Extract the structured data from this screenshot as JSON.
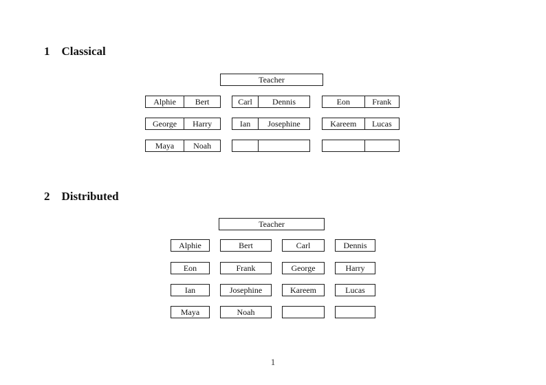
{
  "sections": [
    {
      "number": "1",
      "title": "Classical"
    },
    {
      "number": "2",
      "title": "Distributed"
    }
  ],
  "classical": {
    "teacher_label": "Teacher",
    "desks": [
      [
        {
          "left": "Alphie",
          "right": "Bert"
        },
        {
          "left": "Carl",
          "right": "Dennis"
        },
        {
          "left": "Eon",
          "right": "Frank"
        }
      ],
      [
        {
          "left": "George",
          "right": "Harry"
        },
        {
          "left": "Ian",
          "right": "Josephine"
        },
        {
          "left": "Kareem",
          "right": "Lucas"
        }
      ],
      [
        {
          "left": "Maya",
          "right": "Noah"
        },
        {
          "left": "",
          "right": ""
        },
        {
          "left": "",
          "right": ""
        }
      ]
    ]
  },
  "distributed": {
    "teacher_label": "Teacher",
    "desks": [
      [
        "Alphie",
        "Bert",
        "Carl",
        "Dennis"
      ],
      [
        "Eon",
        "Frank",
        "George",
        "Harry"
      ],
      [
        "Ian",
        "Josephine",
        "Kareem",
        "Lucas"
      ],
      [
        "Maya",
        "Noah",
        "",
        ""
      ]
    ]
  },
  "footer": {
    "page_number": "1"
  },
  "colors": {
    "background": "#ffffff",
    "border": "#1c1c1c",
    "text": "#111111"
  }
}
